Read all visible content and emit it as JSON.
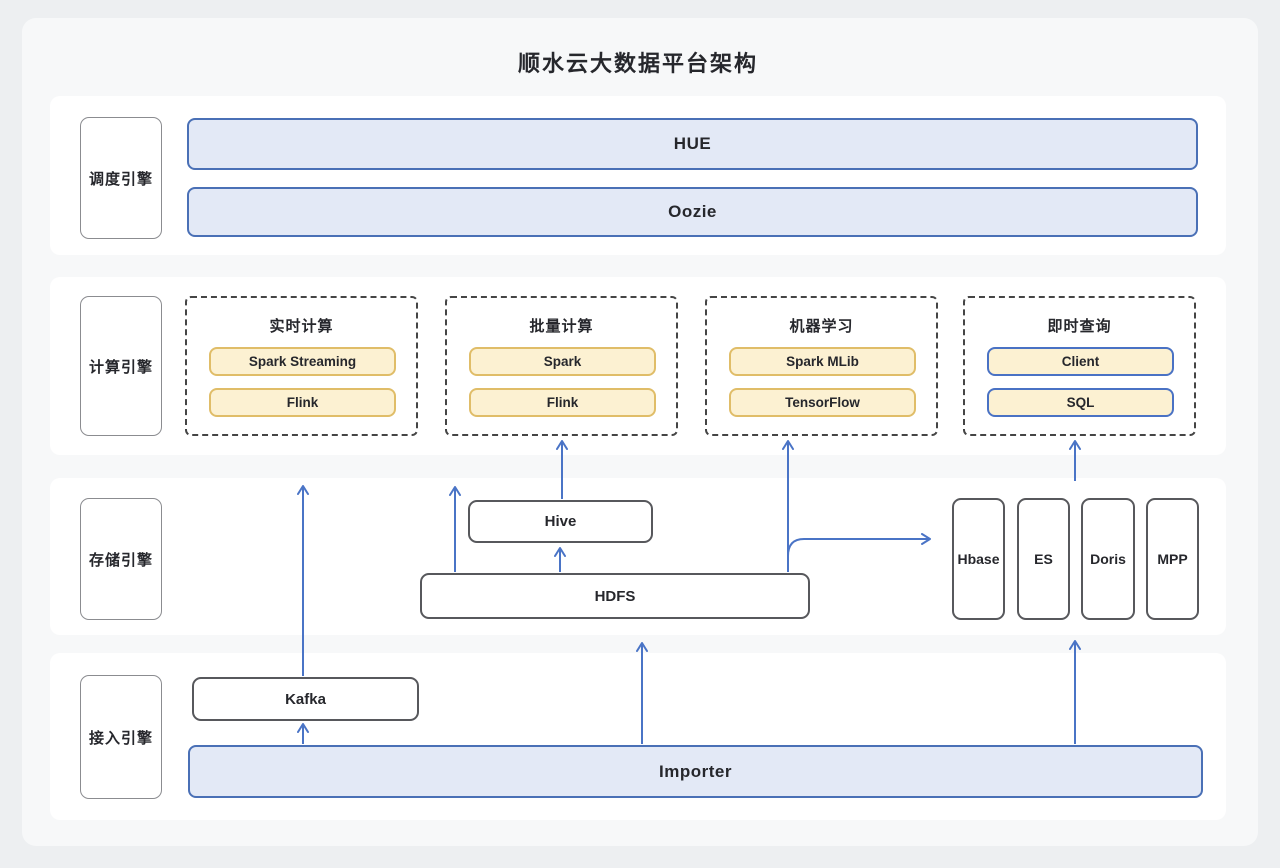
{
  "title": "顺水云大数据平台架构",
  "theme": {
    "page_bg": "#edeff1",
    "card_bg": "#f7f8f9",
    "band_bg": "#ffffff",
    "text": "#26272c",
    "accent": "#4a74c6",
    "bar_fill": "#e3e9f6",
    "bar_border": "#4a70b6",
    "yellow_fill": "#fcf1d2",
    "yellow_border": "#e0bd68",
    "blue_border": "#4a72c4",
    "node_border": "#57585c",
    "label_border": "#8b8c90",
    "dashed_border": "#454545"
  },
  "bands": {
    "scheduling": {
      "label": "调度引擎",
      "nodes": {
        "hue": "HUE",
        "oozie": "Oozie"
      }
    },
    "compute": {
      "label": "计算引擎",
      "groups": [
        {
          "title": "实时计算",
          "items": [
            "Spark Streaming",
            "Flink"
          ]
        },
        {
          "title": "批量计算",
          "items": [
            "Spark",
            "Flink"
          ]
        },
        {
          "title": "机器学习",
          "items": [
            "Spark MLib",
            "TensorFlow"
          ]
        },
        {
          "title": "即时查询",
          "items": [
            "Client",
            "SQL"
          ]
        }
      ]
    },
    "storage": {
      "label": "存储引擎",
      "nodes": {
        "hive": "Hive",
        "hdfs": "HDFS"
      },
      "columns": [
        "Hbase",
        "ES",
        "Doris",
        "MPP"
      ]
    },
    "access": {
      "label": "接入引擎",
      "nodes": {
        "kafka": "Kafka",
        "importer": "Importer"
      }
    }
  }
}
